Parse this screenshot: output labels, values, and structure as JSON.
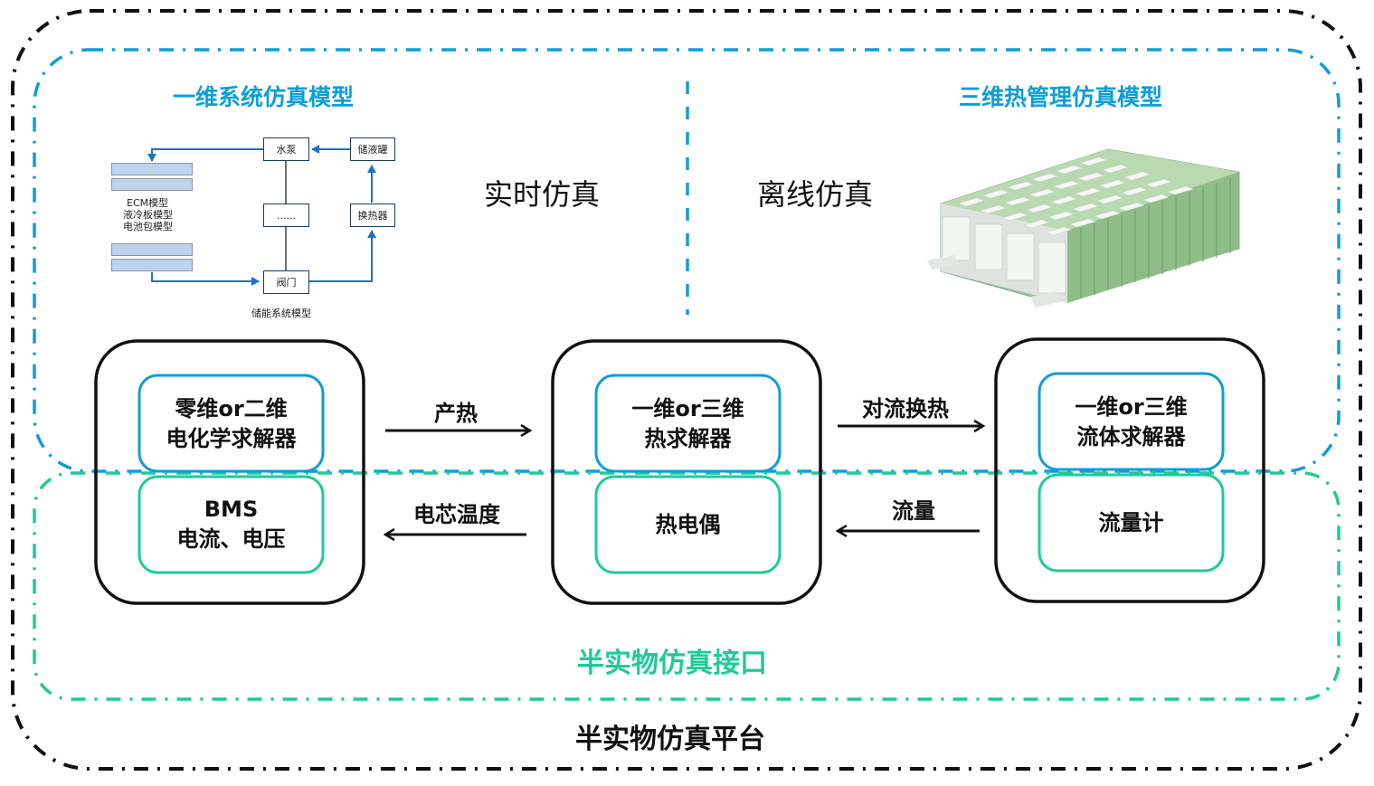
{
  "colors": {
    "blue": "#0e9ed8",
    "green": "#1ecb98",
    "black": "#111111"
  },
  "top_section": {
    "left_title": "一维系统仿真模型",
    "right_title": "三维热管理仿真模型",
    "left_mode": "实时仿真",
    "right_mode": "离线仿真"
  },
  "system_model": {
    "caption": "储能系统模型",
    "model_labels": [
      "ECM模型",
      "液冷板模型",
      "电池包模型"
    ],
    "nodes": {
      "pump": "水泵",
      "tank": "储液罐",
      "ellipsis": "......",
      "exchanger": "换热器",
      "valve": "阀门"
    }
  },
  "battery_image": {
    "alt": "battery-pack-3d-model"
  },
  "modules": [
    {
      "solver": [
        "零维or二维",
        "电化学求解器"
      ],
      "hardware": [
        "BMS",
        "电流、电压"
      ]
    },
    {
      "solver": [
        "一维or三维",
        "热求解器"
      ],
      "hardware": [
        "热电偶"
      ]
    },
    {
      "solver": [
        "一维or三维",
        "流体求解器"
      ],
      "hardware": [
        "流量计"
      ]
    }
  ],
  "arrows": {
    "heat_gen": "产热",
    "cell_temp": "电芯温度",
    "convection": "对流换热",
    "flow": "流量"
  },
  "interface_label": "半实物仿真接口",
  "platform_label": "半实物仿真平台"
}
